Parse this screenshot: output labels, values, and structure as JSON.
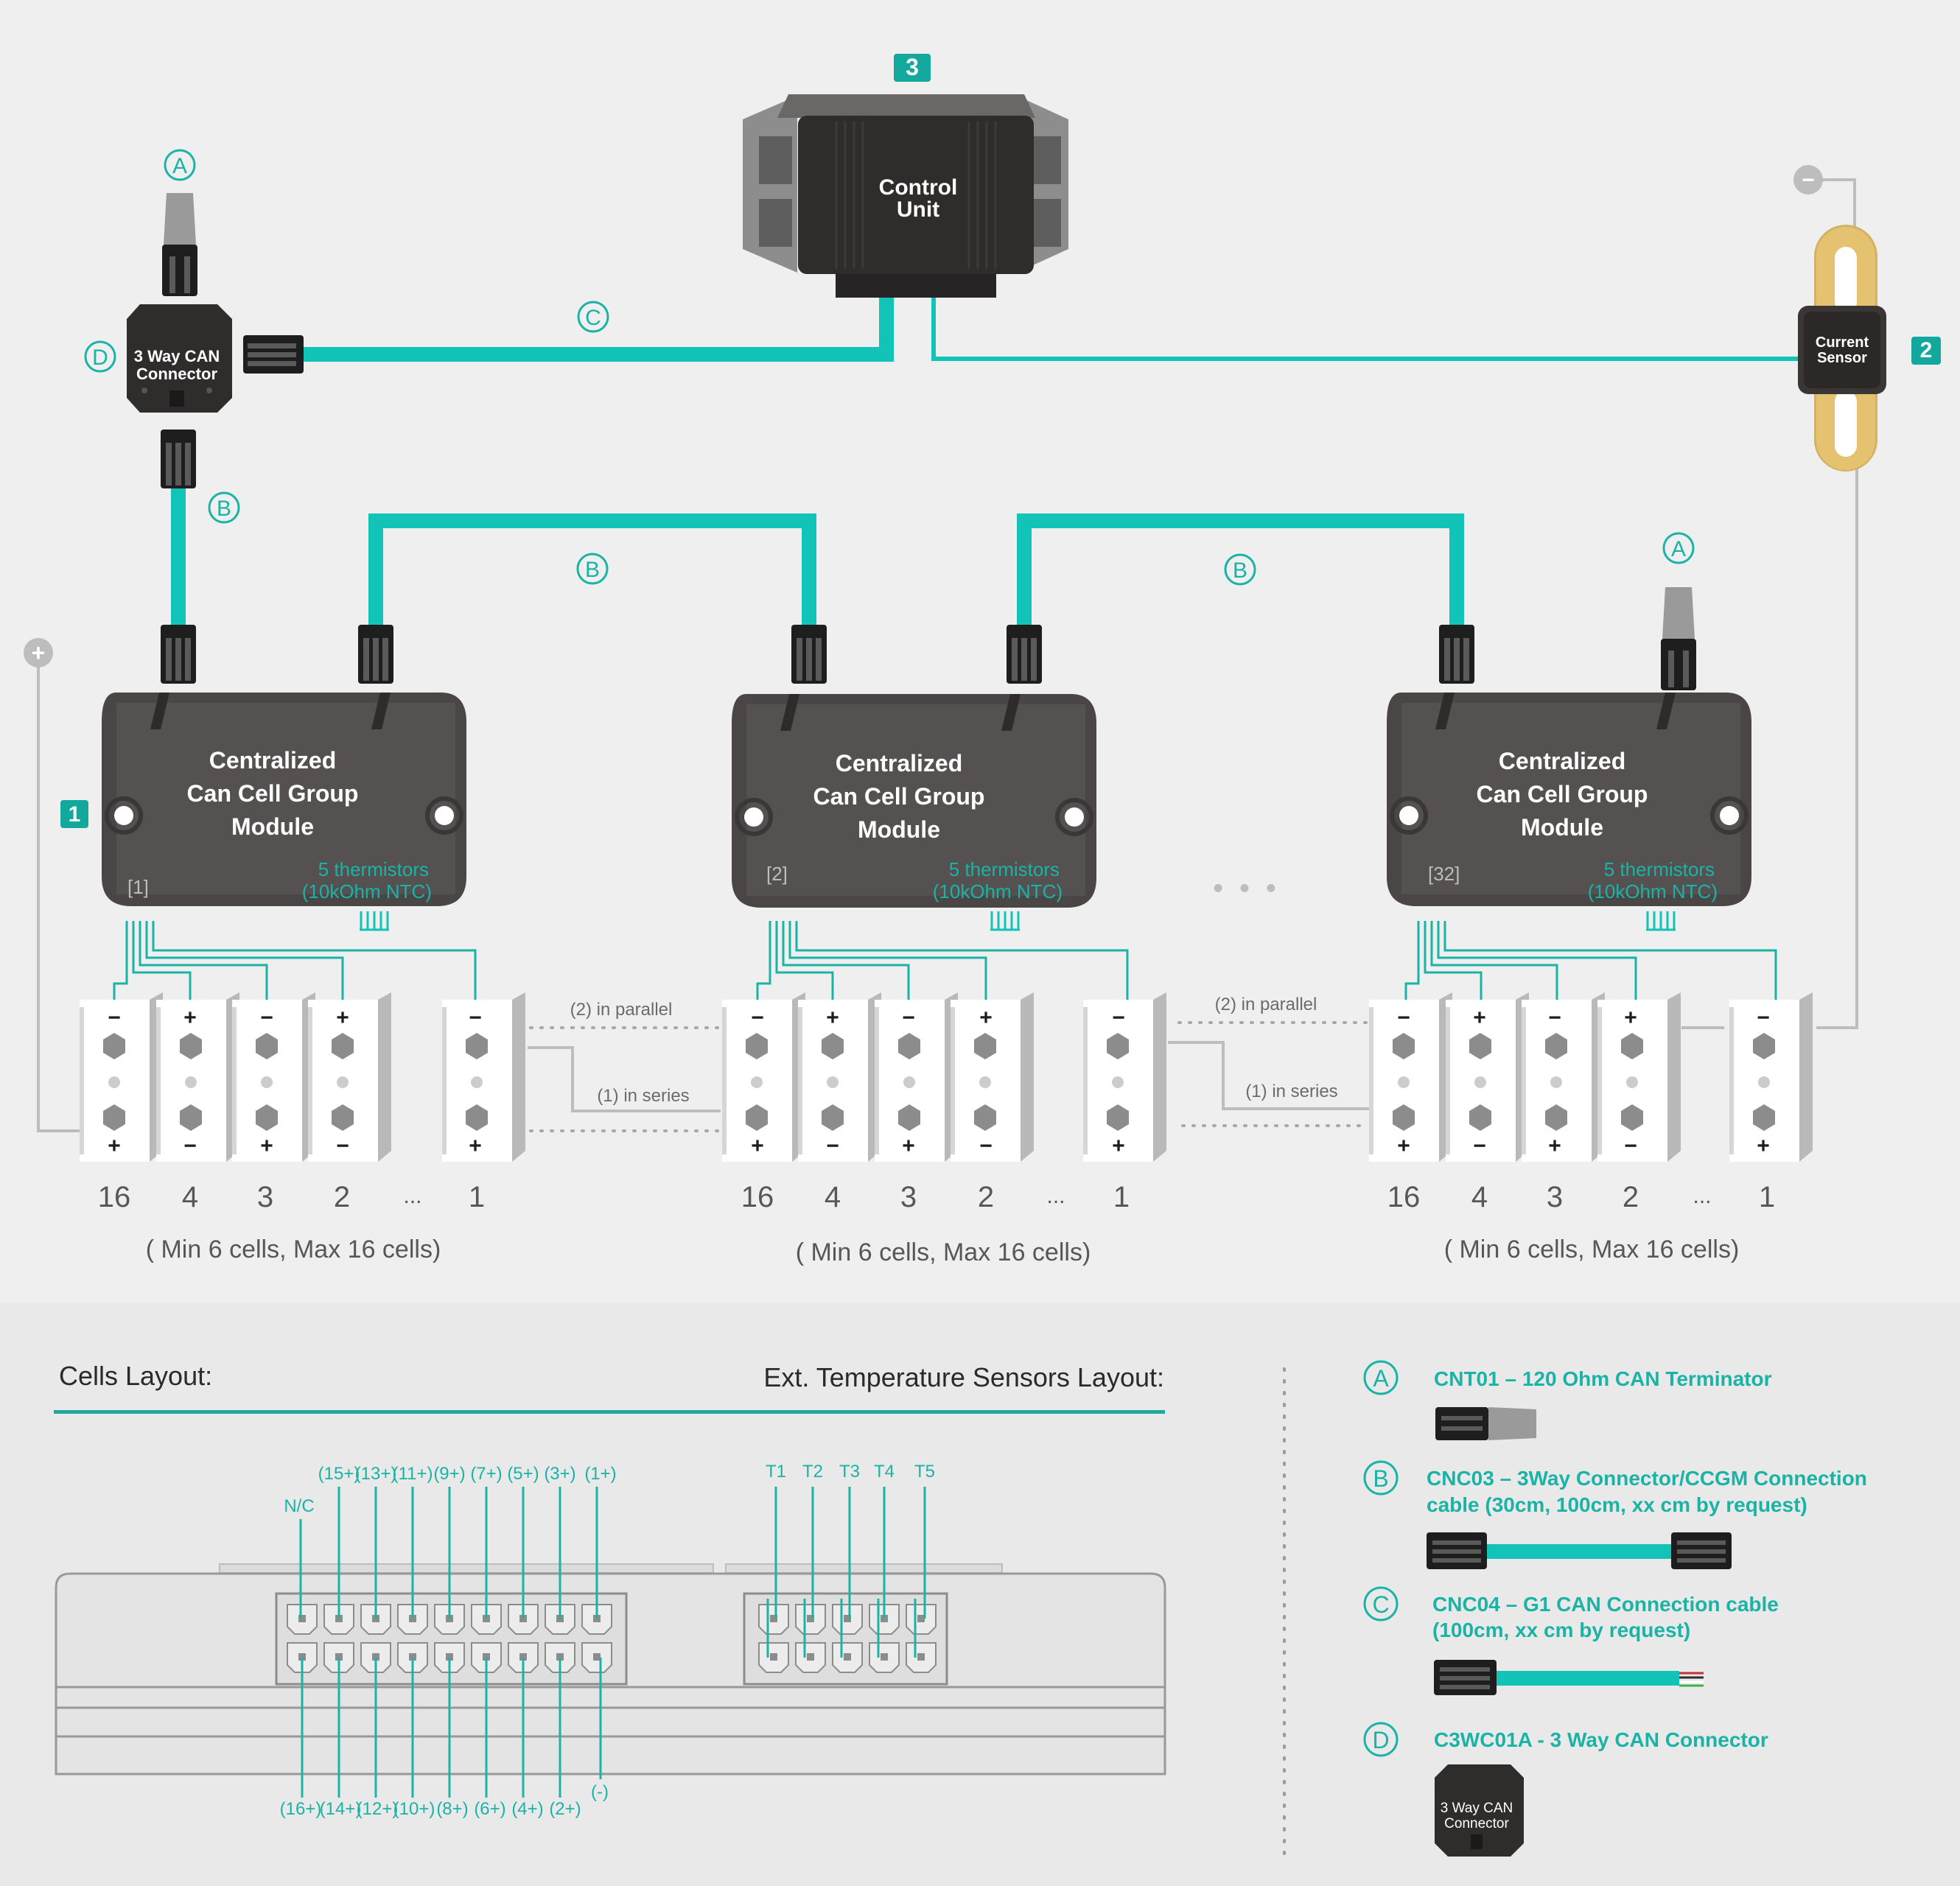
{
  "colors": {
    "teal": "#12c4b8",
    "teal_text": "#1ab3a6",
    "label_teal": "#22a99e",
    "module_dark": "#555150",
    "text_gray": "#575757",
    "cell_gray": "#bdbdbd",
    "sensor_gold": "#e5c270",
    "bg_top": "#efefef",
    "bg_bottom": "#e9e9e9"
  },
  "diagram": {
    "control_unit": {
      "number": "3",
      "line1": "Control",
      "line2": "Unit"
    },
    "current_sensor": {
      "number": "2",
      "line1": "Current",
      "line2": "Sensor",
      "terminal_symbol": "−"
    },
    "can_connector": {
      "letter": "D",
      "line1": "3 Way CAN",
      "line2": "Connector"
    },
    "top_terminator_letter": "A",
    "cable_letters": {
      "c": "C",
      "b_vertical": "B",
      "b_link1": "B",
      "b_link2": "B",
      "a_right": "A"
    },
    "module_number": "1",
    "plus_terminal": "+",
    "ellipsis": "• • •",
    "modules": [
      {
        "line1": "Centralized",
        "line2": "Can Cell Group",
        "line3": "Module",
        "index": "[1]",
        "therm1": "5 thermistors",
        "therm2": "(10kOhm NTC)"
      },
      {
        "line1": "Centralized",
        "line2": "Can Cell Group",
        "line3": "Module",
        "index": "[2]",
        "therm1": "5 thermistors",
        "therm2": "(10kOhm NTC)"
      },
      {
        "line1": "Centralized",
        "line2": "Can Cell Group",
        "line3": "Module",
        "index": "[32]",
        "therm1": "5 thermistors",
        "therm2": "(10kOhm NTC)"
      }
    ],
    "cell_numbers": [
      "16",
      "4",
      "3",
      "2",
      "...",
      "1"
    ],
    "cell_range": "( Min 6 cells, Max 16 cells)",
    "parallel_label": "(2) in parallel",
    "series_label": "(1) in series"
  },
  "bottom": {
    "cells_layout_title": "Cells Layout:",
    "temp_layout_title": "Ext. Temperature Sensors Layout:",
    "nc_label": "N/C",
    "top_pins": [
      "(15+)",
      "(13+)",
      "(11+)",
      "(9+)",
      "(7+)",
      "(5+)",
      "(3+)",
      "(1+)"
    ],
    "bottom_pins": [
      "(16+)",
      "(14+)",
      "(12+)",
      "(10+)",
      "(8+)",
      "(6+)",
      "(4+)",
      "(2+)"
    ],
    "minus_pin": "(-)",
    "temp_pins": [
      "T1",
      "T2",
      "T3",
      "T4",
      "T5"
    ]
  },
  "legend": [
    {
      "letter": "A",
      "title": "CNT01 – 120 Ohm CAN Terminator",
      "subtitle": ""
    },
    {
      "letter": "B",
      "title": "CNC03 – 3Way Connector/CCGM Connection",
      "subtitle": "cable (30cm, 100cm, xx cm by request)"
    },
    {
      "letter": "C",
      "title": "CNC04 – G1 CAN Connection cable",
      "subtitle": "(100cm, xx cm by request)"
    },
    {
      "letter": "D",
      "title": "C3WC01A - 3 Way CAN Connector",
      "subtitle": "",
      "icon_line1": "3 Way CAN",
      "icon_line2": "Connector"
    }
  ]
}
